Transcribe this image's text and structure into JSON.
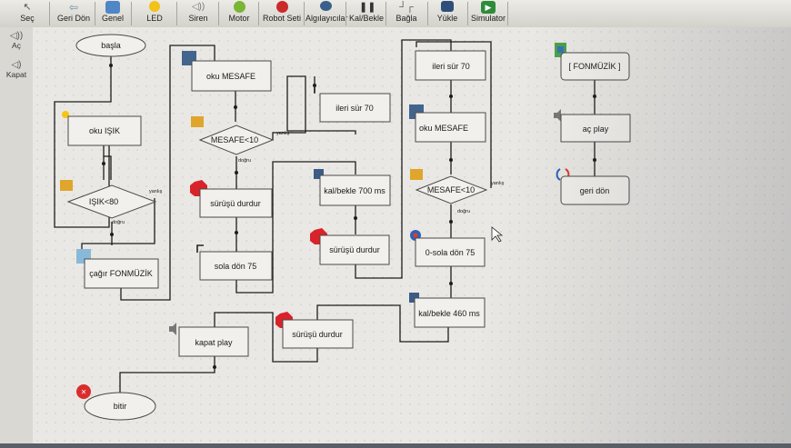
{
  "toolbar": {
    "items": [
      {
        "label": "Seç",
        "icon": "cursor-icon",
        "color": "#5c5c5c"
      },
      {
        "label": "Geri Dön",
        "icon": "undo-icon",
        "color": "#8fa4b8"
      },
      {
        "label": "Genel",
        "icon": "general-icon",
        "color": "#4f86c6"
      },
      {
        "label": "LED",
        "icon": "led-icon",
        "color": "#f2c21a"
      },
      {
        "label": "Siren",
        "icon": "siren-icon",
        "color": "#9a9a9a"
      },
      {
        "label": "Motor",
        "icon": "motor-icon",
        "color": "#7ab534"
      },
      {
        "label": "Robot Seti",
        "icon": "robot-set-icon",
        "color": "#cc2a2a"
      },
      {
        "label": "Algılayıcılar",
        "icon": "sensors-icon",
        "color": "#3a5f8a"
      },
      {
        "label": "Kal/Bekle",
        "icon": "pause-icon",
        "color": "#3a3a3a"
      },
      {
        "label": "Bağla",
        "icon": "connect-icon",
        "color": "#555555"
      },
      {
        "label": "Yükle",
        "icon": "upload-icon",
        "color": "#2f4f7a"
      },
      {
        "label": "Simulator",
        "icon": "play-icon",
        "color": "#2e8b3a"
      }
    ]
  },
  "sidebar": {
    "items": [
      {
        "label": "Aç",
        "icon": "siren-open-icon"
      },
      {
        "label": "Kapat",
        "icon": "siren-close-icon"
      }
    ]
  },
  "flow": {
    "start": "başla",
    "read_light": "oku IŞIK",
    "light_cond": "IŞIK<80",
    "call_func": "çağır FONMÜZİK",
    "read_dist_1": "oku MESAFE",
    "dist_cond_1": "MESAFE<10",
    "stop_1": "sürüşü durdur",
    "turn_left": "sola dön 75",
    "forward_1": "ileri sür 70",
    "wait_1": "kal/bekle 700 ms",
    "stop_2": "sürüşü durdur",
    "forward_2": "ileri sür 70",
    "read_dist_2": "oku MESAFE",
    "dist_cond_2": "MESAFE<10",
    "turn_left_2": "0-sola dön 75",
    "wait_2": "kal/bekle 460 ms",
    "stop_3": "sürüşü durdur",
    "siren_off": "kapat play",
    "end": "bitir",
    "func_name": "[ FONMÜZİK ]",
    "siren_on": "aç play",
    "return": "geri dön",
    "yes": "yanlış",
    "true": "doğru"
  }
}
